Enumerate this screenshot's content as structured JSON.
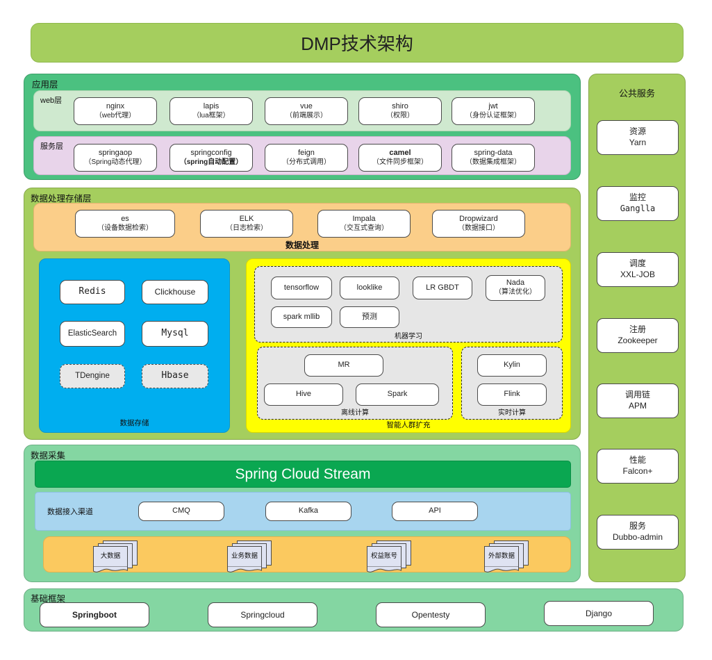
{
  "title": "DMP技术架构",
  "app_layer": {
    "label": "应用层",
    "web_row": {
      "tag": "web层",
      "items": [
        {
          "name": "nginx",
          "sub": "（web代理）"
        },
        {
          "name": "lapis",
          "sub": "（lua框架）"
        },
        {
          "name": "vue",
          "sub": "（前端展示）"
        },
        {
          "name": "shiro",
          "sub": "（权限）"
        },
        {
          "name": "jwt",
          "sub": "（身份认证框架）"
        }
      ]
    },
    "service_row": {
      "tag": "服务层",
      "items": [
        {
          "name": "springaop",
          "sub": "（Spring动态代理）"
        },
        {
          "name": "springconfig",
          "sub": "（spring自动配置）"
        },
        {
          "name": "feign",
          "sub": "（分布式调用）"
        },
        {
          "name": "camel",
          "sub": "（文件同步框架）"
        },
        {
          "name": "spring-data",
          "sub": "（数据集成框架）"
        }
      ]
    }
  },
  "data_layer": {
    "label": "数据处理存储层",
    "processing": {
      "caption": "数据处理",
      "items": [
        {
          "name": "es",
          "sub": "（设备数据检索）"
        },
        {
          "name": "ELK",
          "sub": "（日志检索）"
        },
        {
          "name": "Impala",
          "sub": "（交互式查询）"
        },
        {
          "name": "Dropwizard",
          "sub": "（数据接口）"
        }
      ]
    },
    "storage": {
      "caption": "数据存储",
      "items": [
        {
          "name": "Redis",
          "style": "mono"
        },
        {
          "name": "Clickhouse",
          "style": "plain"
        },
        {
          "name": "ElasticSearch",
          "style": "plain"
        },
        {
          "name": "Mysql",
          "style": "mono"
        },
        {
          "name": "TDengine",
          "style": "dashed"
        },
        {
          "name": "Hbase",
          "style": "dashed-mono"
        }
      ]
    },
    "ml_container": {
      "caption": "智能人群扩充",
      "machine_learning": {
        "caption": "机器学习",
        "items": [
          {
            "name": "tensorflow",
            "sub": ""
          },
          {
            "name": "looklike",
            "sub": ""
          },
          {
            "name": "LR GBDT",
            "sub": ""
          },
          {
            "name": "Nada",
            "sub": "（算法优化）"
          },
          {
            "name": "spark mllib",
            "sub": ""
          },
          {
            "name": "预测",
            "sub": ""
          }
        ]
      },
      "offline": {
        "caption": "离线计算",
        "items": [
          "MR",
          "Hive",
          "Spark"
        ]
      },
      "realtime": {
        "caption": "实时计算",
        "items": [
          "Kylin",
          "Flink"
        ]
      }
    }
  },
  "collect_layer": {
    "label": "数据采集",
    "stream_bar": "Spring Cloud Stream",
    "channel": {
      "tag": "数据接入渠道",
      "items": [
        "CMQ",
        "Kafka",
        "API"
      ]
    },
    "sources": [
      "大数据",
      "业务数据",
      "权益账号",
      "外部数据"
    ]
  },
  "base_layer": {
    "label": "基础框架",
    "items": [
      {
        "name": "Springboot",
        "bold": true
      },
      {
        "name": "Springcloud",
        "bold": false
      },
      {
        "name": "Opentesty",
        "bold": false
      },
      {
        "name": "Django",
        "bold": false
      }
    ]
  },
  "public_services": {
    "title": "公共服务",
    "items": [
      {
        "label": "资源",
        "value": "Yarn",
        "mono": false
      },
      {
        "label": "监控",
        "value": "Ganglla",
        "mono": true
      },
      {
        "label": "调度",
        "value": "XXL-JOB",
        "mono": false
      },
      {
        "label": "注册",
        "value": "Zookeeper",
        "mono": false
      },
      {
        "label": "调用链",
        "value": "APM",
        "mono": false
      },
      {
        "label": "性能",
        "value": "Falcon+",
        "mono": false
      },
      {
        "label": "服务",
        "value": "Dubbo-admin",
        "mono": false
      }
    ]
  },
  "colors": {
    "title_green": "#a5ce5e",
    "app_green": "#4bc180",
    "web_green": "#cfe9cf",
    "service_purple": "#e8d4ea",
    "processing_orange": "#fbce89",
    "storage_blue": "#00aeef",
    "ml_yellow": "#ffff00",
    "collect_green": "#84d6a2",
    "stream_green": "#0aa751",
    "channel_blue": "#a8d5ef",
    "source_orange": "#fbc95f",
    "group_gray": "#e6e6e6"
  }
}
